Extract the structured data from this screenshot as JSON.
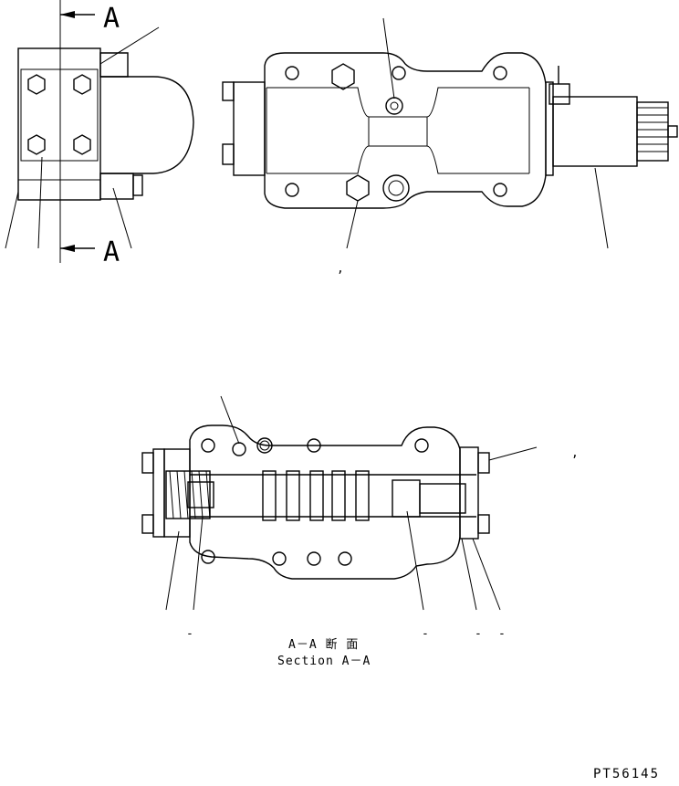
{
  "section_marker": {
    "top": "A",
    "bottom": "A"
  },
  "section_caption": {
    "line1": "A－A 断 面",
    "line2": "Section A－A"
  },
  "drawing_code": "PT56145",
  "stray_marks": {
    "comma_top": ",",
    "comma_right": ",",
    "dash": "-"
  }
}
